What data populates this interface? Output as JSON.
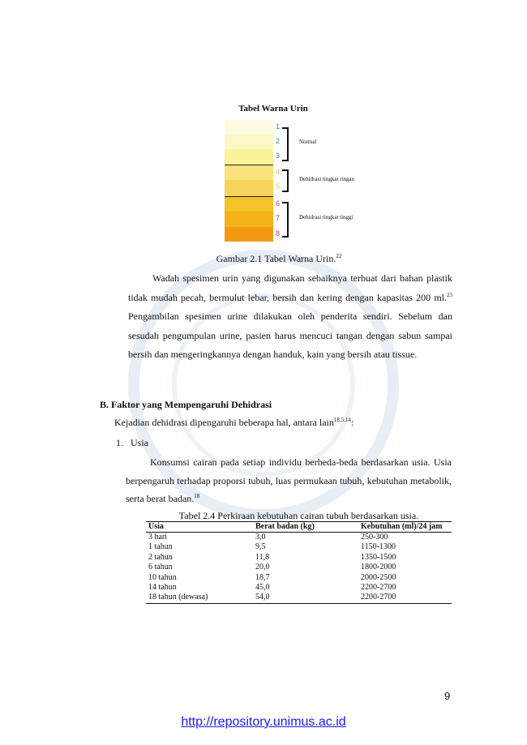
{
  "figure": {
    "title": "Tabel Warna Urin",
    "scale": [
      {
        "n": "1",
        "color": "#fdfbe0",
        "numColor": "#2e9e6a"
      },
      {
        "n": "2",
        "color": "#fbf8c6",
        "numColor": "#2e9e6a"
      },
      {
        "n": "3",
        "color": "#fcf39a",
        "numColor": "#2e9e6a"
      },
      {
        "n": "4",
        "color": "#f9e27a",
        "numColor": "#f2c94c"
      },
      {
        "n": "5",
        "color": "#f6d45c",
        "numColor": "#f2c94c"
      },
      {
        "n": "6",
        "color": "#f5c229",
        "numColor": "#d6336c"
      },
      {
        "n": "7",
        "color": "#f4b316",
        "numColor": "#d6336c"
      },
      {
        "n": "8",
        "color": "#f29a12",
        "numColor": "#d6336c"
      }
    ],
    "groups": [
      "Normal",
      "Dehidrasi tingkat ringan",
      "Dehidrasi tingkat tinggi"
    ],
    "caption": "Gambar 2.1 Tabel Warna Urin.",
    "caption_ref": "22"
  },
  "paragraph1": {
    "part1": "Wadah spesimen urin yang digunakan sebaiknya terbuat dari bahan plastik tidak mudah pecah, bermulut lebar, bersih dan kering dengan kapasitas 200 ml.",
    "ref": "23",
    "part2": " Pengambilan spesimen urine dilakukan oleh penderita sendiri. Sebelum dan sesudah pengumpulan urine, pasien harus mencuci tangan dengan sabun sampai bersih dan mengeringkannya dengan handuk, kain yang bersih atau tissue."
  },
  "section": {
    "heading": "B. Faktor yang Mempengaruhi Dehidrasi",
    "intro": "Kejadian dehidrasi dipengaruhi beberapa hal, antara lain",
    "intro_ref": "18,5,14",
    "intro_end": ":",
    "item1": "1.   Usia"
  },
  "paragraph2": {
    "text": "Konsumsi cairan pada setiap individu berbeda-beda berdasarkan usia. Usia berpengaruh terhadap proporsi tubuh, luas permukaan tubuh, kebutuhan metabolik, serta berat badan.",
    "ref": "18"
  },
  "table": {
    "caption": "Tabel 2.4 Perkiraan kebutuhan cairan tubuh berdasarkan usia.",
    "headers": [
      "Usia",
      "Berat badan (kg)",
      "Kebutuhan (ml)/24 jam"
    ],
    "rows": [
      [
        "3 hari",
        "3,0",
        "250-300"
      ],
      [
        "1 tahun",
        "9,5",
        "1150-1300"
      ],
      [
        "2 tahun",
        "11,8",
        "1350-1500"
      ],
      [
        "6 tahun",
        "20,0",
        "1800-2000"
      ],
      [
        "10 tahun",
        "18,7",
        "2000-2500"
      ],
      [
        "14 tahun",
        "45,0",
        "2200-2700"
      ],
      [
        "18 tahun (dewasa)",
        "54,0",
        "2200-2700"
      ]
    ]
  },
  "page_number": "9",
  "footer_link": "http://repository.unimus.ac.id"
}
